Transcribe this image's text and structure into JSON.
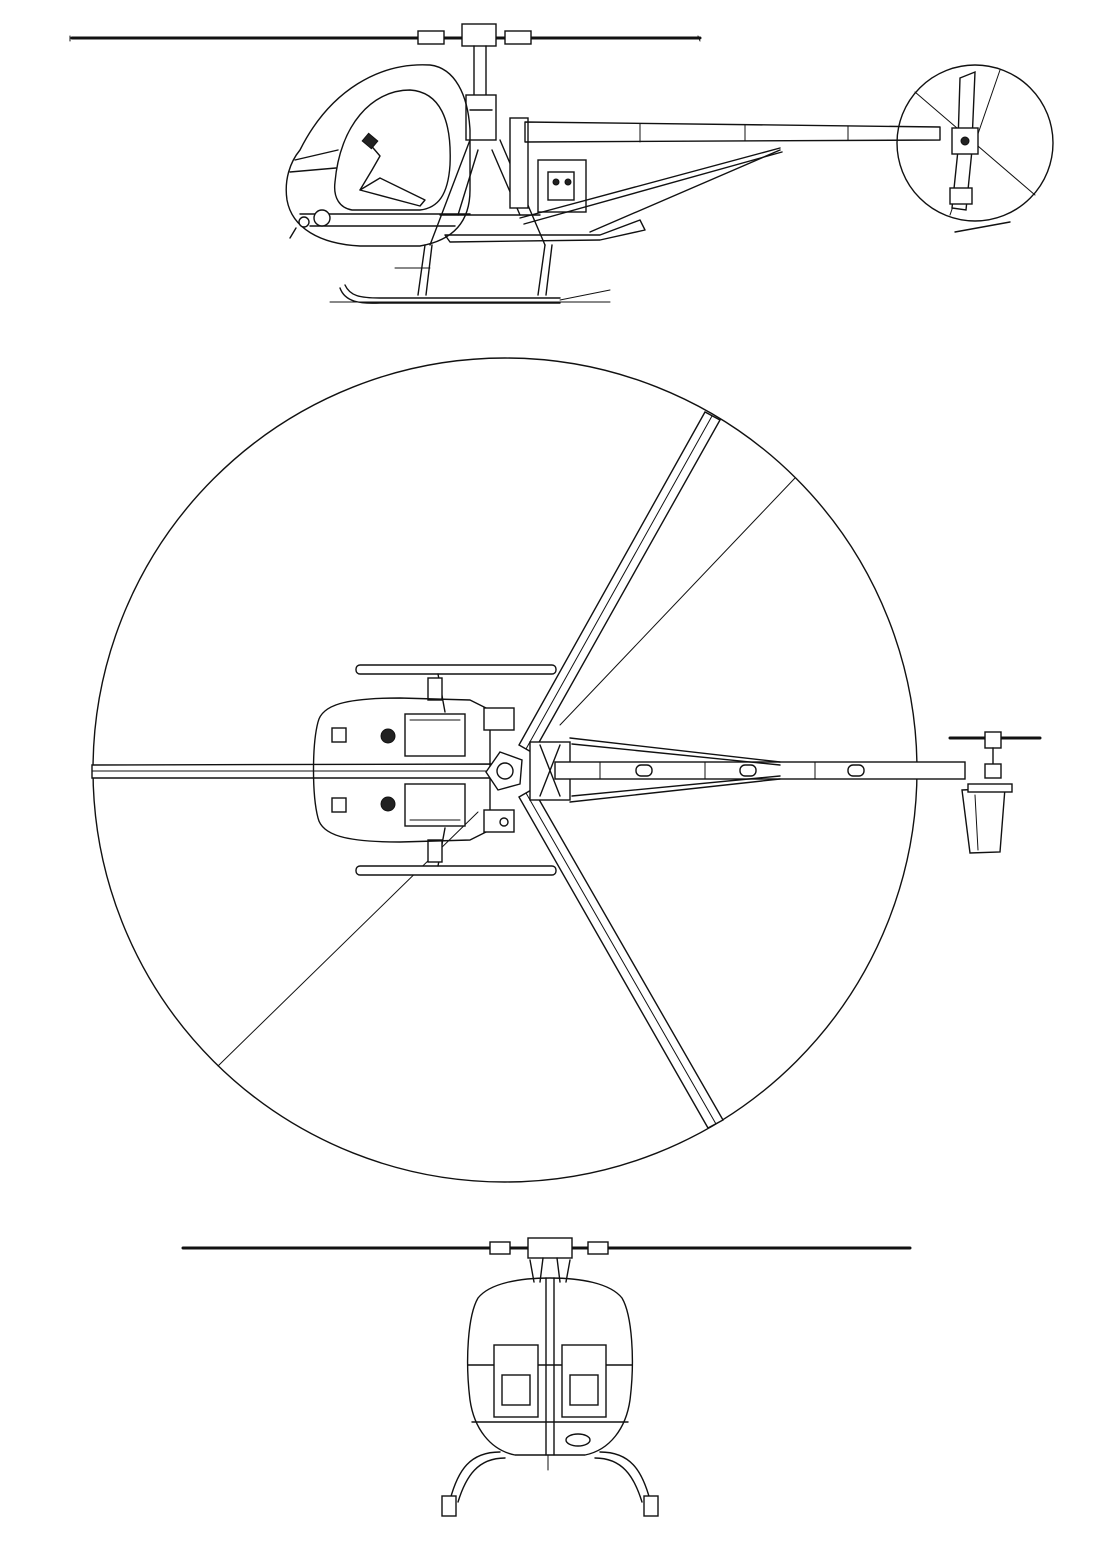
{
  "sheet": {
    "subject": "helicopter",
    "projections": [
      "side",
      "top",
      "front"
    ],
    "line_color": "#111111",
    "background": "#ffffff"
  },
  "rotor": {
    "blade_count": 3,
    "tail_blade_count": 2
  }
}
